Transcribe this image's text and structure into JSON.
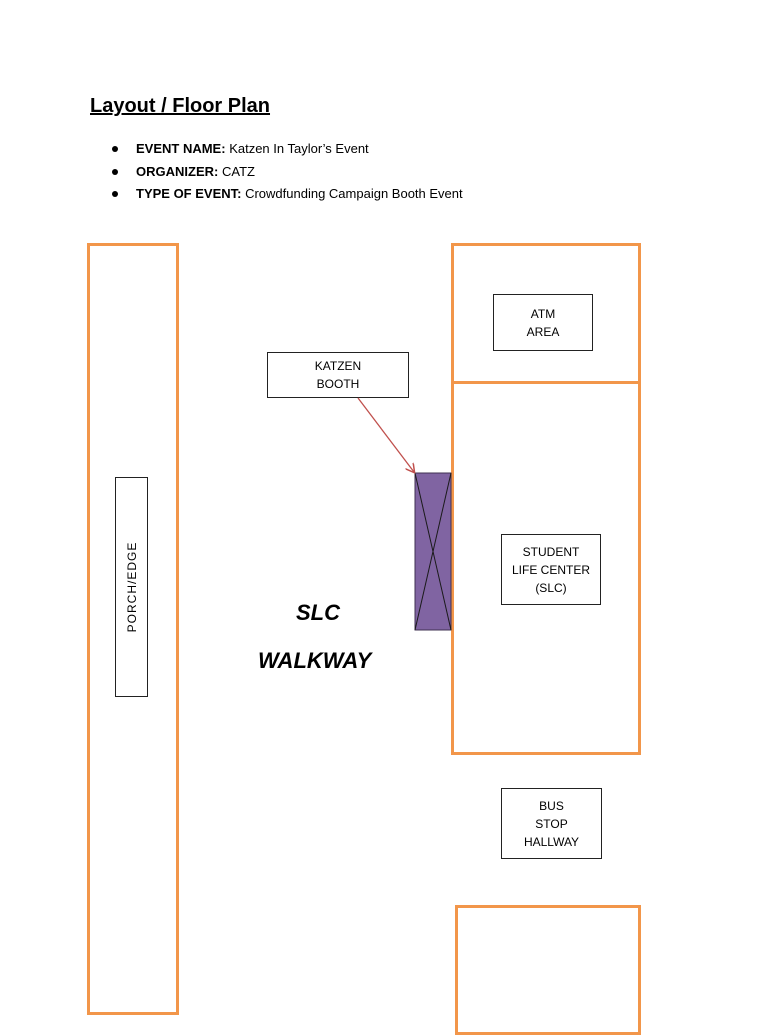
{
  "title": "Layout / Floor Plan",
  "bullets": [
    {
      "label": "EVENT NAME:",
      "value": "Katzen In Taylor’s Event"
    },
    {
      "label": "ORGANIZER:",
      "value": "CATZ"
    },
    {
      "label": "TYPE OF EVENT:",
      "value": "Crowdfunding Campaign Booth Event"
    }
  ],
  "floorplan": {
    "booth_label": "KATZEN\nBOOTH",
    "atm_label": "ATM\nAREA",
    "slc_label": "STUDENT\nLIFE CENTER\n(SLC)",
    "bus_label": "BUS\nSTOP\nHALLWAY",
    "porch_label": "PORCH/EDGE",
    "walkway_line1": "SLC",
    "walkway_line2": "WALKWAY",
    "zone_color": "#f2964a",
    "booth_color": "#8064a2",
    "arrow_color": "#c0504d"
  }
}
